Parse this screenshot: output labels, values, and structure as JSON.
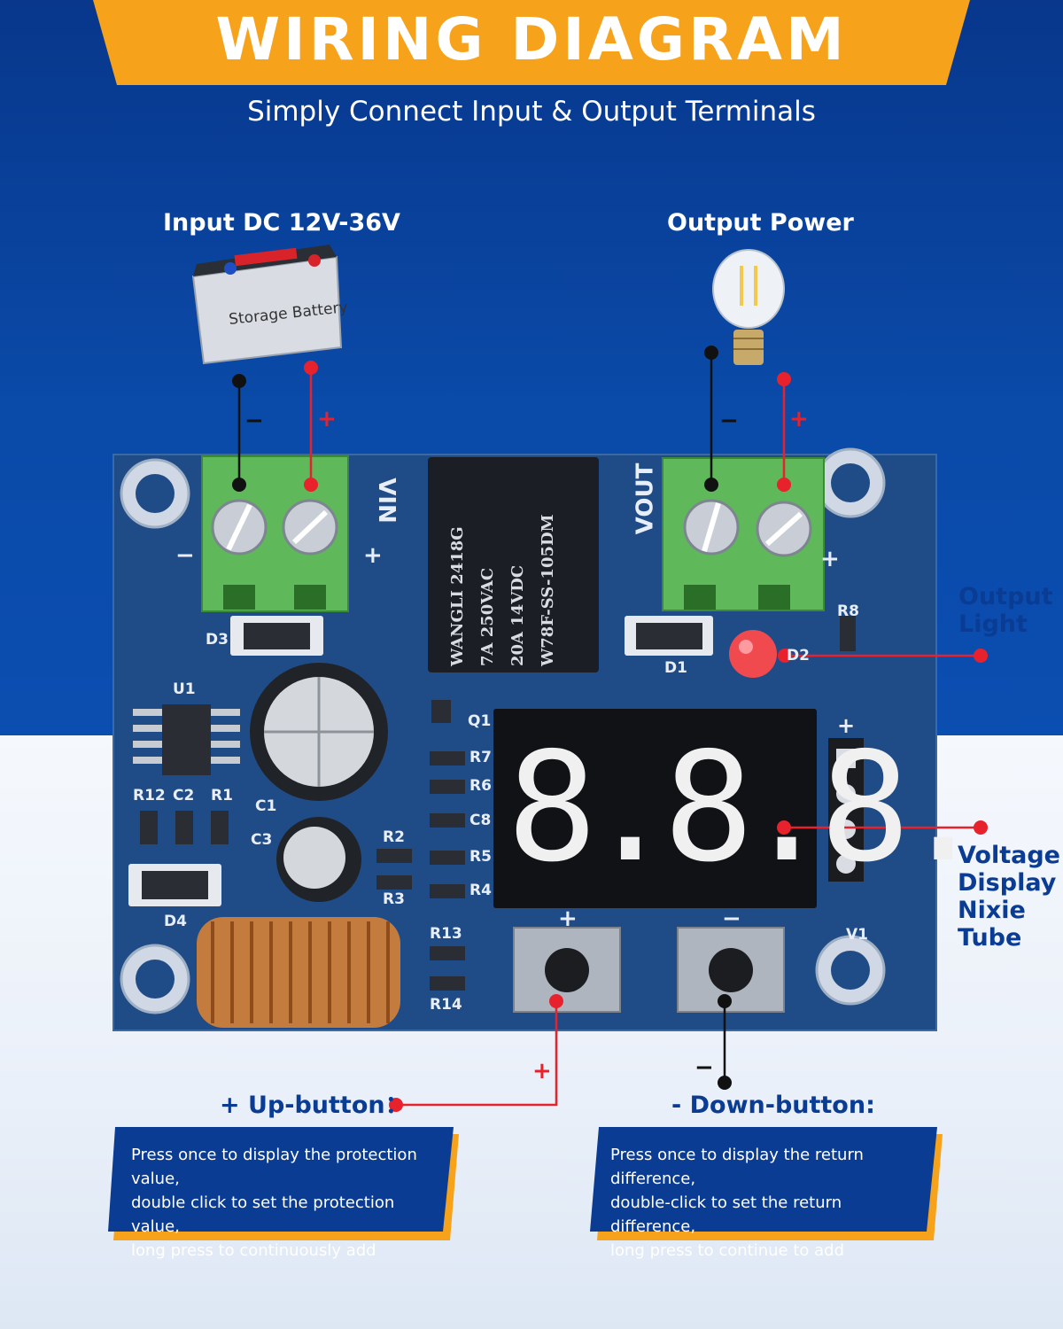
{
  "header": {
    "title": "WIRING  DIAGRAM",
    "subtitle": "Simply Connect Input & Output Terminals"
  },
  "labels": {
    "input": "Input DC 12V-36V",
    "output": "Output Power",
    "battery_text": "Storage Battery",
    "output_light": [
      "Output",
      "Light"
    ],
    "voltage_display": [
      "Voltage",
      "Display",
      "Nixie",
      "Tube"
    ]
  },
  "signs": {
    "minus": "−",
    "plus": "+"
  },
  "board": {
    "vin": "VIN",
    "vout": "VOUT",
    "relay": [
      "WANGLI 2418G",
      "7A  250VAC",
      "20A  14VDC",
      "W78F-SS-105DM"
    ],
    "components": [
      "D3",
      "U1",
      "R12",
      "C2",
      "R1",
      "C1",
      "C3",
      "D4",
      "R2",
      "R3",
      "R13",
      "R14",
      "Q1",
      "R7",
      "R6",
      "C8",
      "R5",
      "R4",
      "D1",
      "D2",
      "R8",
      "V1"
    ],
    "display_digits": "8.8.8."
  },
  "buttons": {
    "up": {
      "title": "+ Up-button：",
      "description": [
        "Press once to display the protection value,",
        "double click to set the protection value,",
        "long press to continuously add"
      ]
    },
    "down": {
      "title": "- Down-button:",
      "description": [
        "Press once to display the return difference,",
        "double-click to set the return difference,",
        "long press to continue to add"
      ]
    }
  },
  "colors": {
    "banner": "#f7a21b",
    "navy": "#0b3c93",
    "pcb": "#1f4b86",
    "terminal": "#5fb85a",
    "wire_red": "#e8222c",
    "wire_black": "#111111",
    "segment": "#f0f0f0"
  },
  "icons": [
    "battery-icon",
    "light-bulb-icon",
    "led-icon",
    "push-button-icon",
    "inductor-coil-icon",
    "capacitor-icon"
  ]
}
